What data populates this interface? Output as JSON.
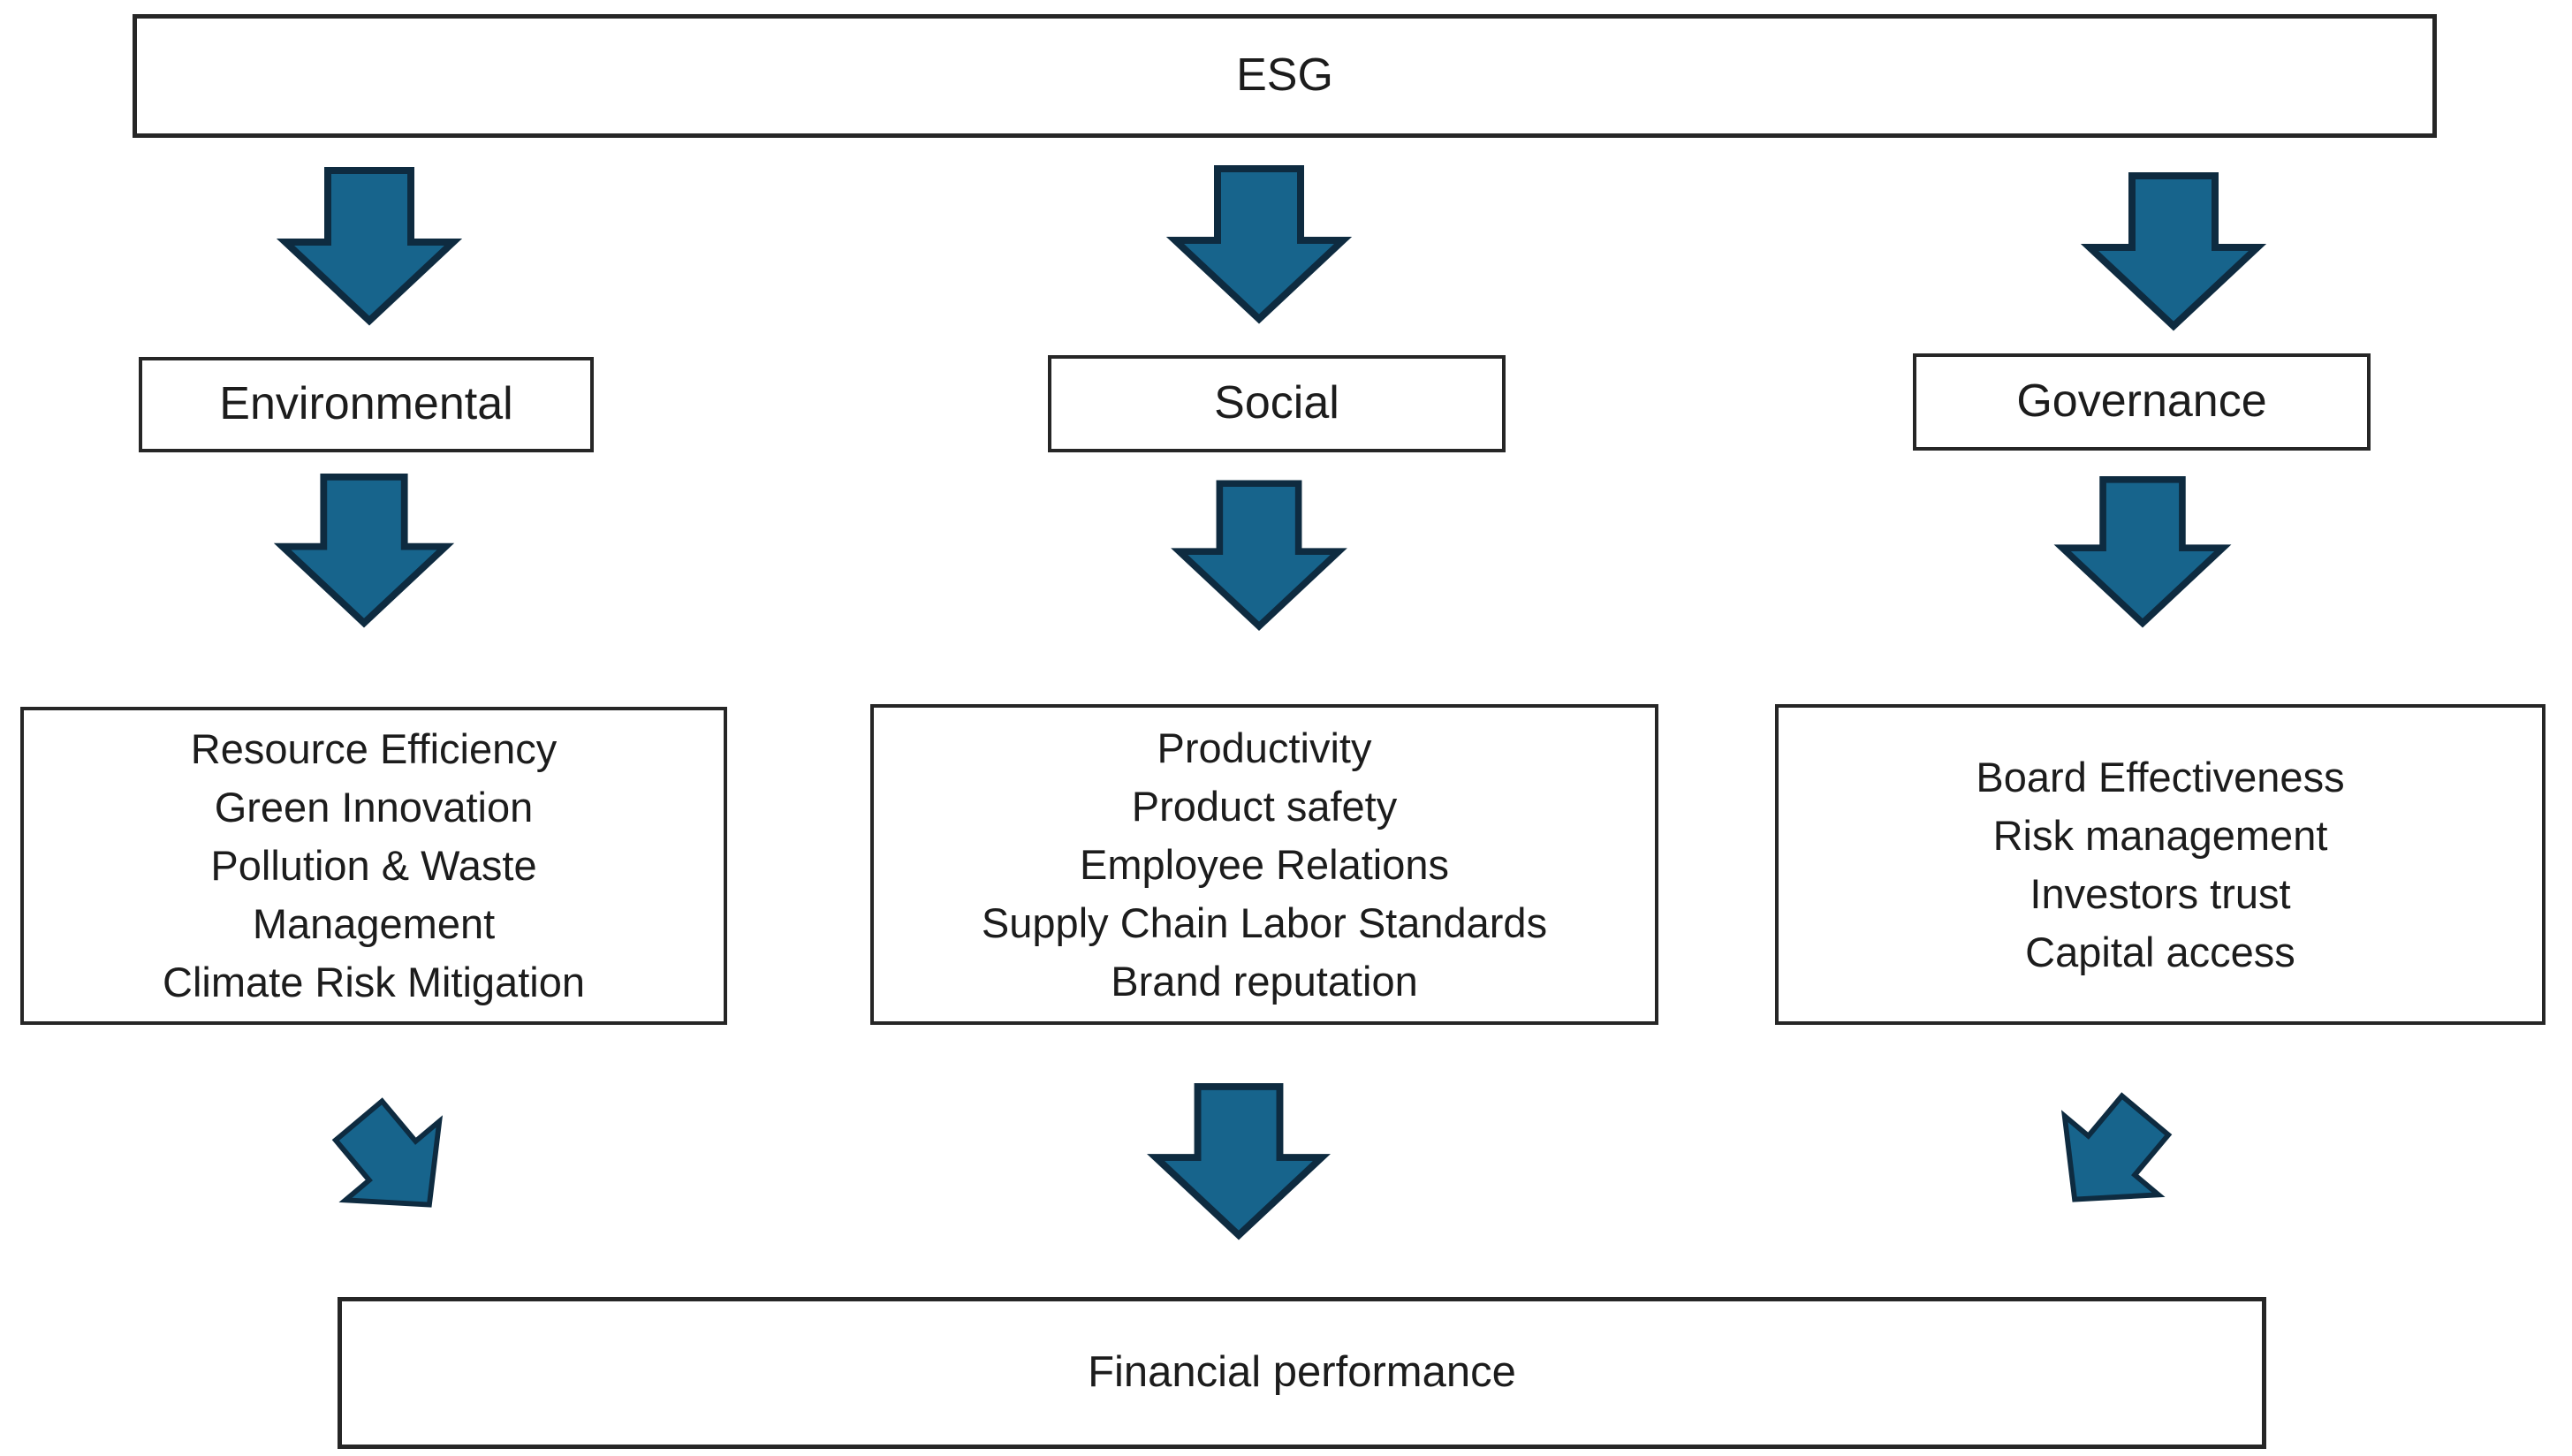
{
  "diagram": {
    "root": {
      "label": "ESG"
    },
    "categories": [
      {
        "label": "Environmental",
        "items": [
          "Resource Efficiency",
          "Green Innovation",
          "Pollution & Waste",
          "Management",
          "Climate Risk Mitigation"
        ]
      },
      {
        "label": "Social",
        "items": [
          "Productivity",
          "Product safety",
          "Employee Relations",
          "Supply Chain Labor Standards",
          "Brand reputation"
        ]
      },
      {
        "label": "Governance",
        "items": [
          "Board Effectiveness",
          "Risk management",
          "Investors trust",
          "Capital access"
        ]
      }
    ],
    "outcome": {
      "label": "Financial performance"
    },
    "colors": {
      "arrow_fill": "#17648C",
      "arrow_stroke": "#0E2B40",
      "box_border": "#262626",
      "text": "#1C1C1C",
      "background": "#FFFFFF"
    }
  }
}
